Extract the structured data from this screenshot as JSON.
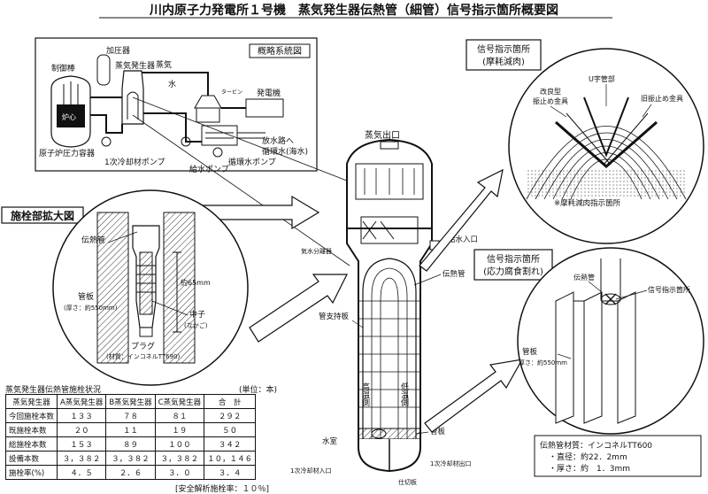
{
  "title": "川内原子力発電所１号機　蒸気発生器伝熱管（細管）信号指示箇所概要図",
  "system_box": {
    "heading": "概略系統図",
    "labels": {
      "pressurizer": "加圧器",
      "control_rod": "制御棒",
      "steam_generator": "蒸気発生器",
      "steam": "蒸気",
      "water": "水",
      "turbine": "タービン",
      "generator": "発電機",
      "core": "炉心",
      "reactor_vessel": "原子炉圧力容器",
      "primary_pump": "1次冷却材ポンプ",
      "discharge": "放水路へ",
      "circulating_water": "循環水(海水)",
      "circ_pump": "循環水ポンプ",
      "feed_pump": "給水ポンプ"
    }
  },
  "plug_box": {
    "heading": "施栓部拡大図",
    "tube": "伝熱管",
    "dim": "約65mm",
    "tubesheet": "管板",
    "tubesheet_thickness": "(厚さ：約550mm)",
    "core_piece": "中子",
    "core_piece_kana": "(なかご)",
    "plug": "プラグ",
    "plug_material": "(材質：インコネルTT690)"
  },
  "sg": {
    "steam_outlet": "蒸気出口",
    "separator": "気水分離器",
    "feedwater_inlet": "給水入口",
    "heat_tube": "伝熱管",
    "support_plate": "管支持板",
    "tubesheet": "管板",
    "water_chamber": "水室",
    "primary_outlet": "1次冷却材出口",
    "primary_inlet": "1次冷却材入口",
    "divider": "仕切板",
    "hot_side": "高温側",
    "cold_side": "低温側"
  },
  "wear_box": {
    "heading": "信号指示箇所",
    "sub": "(摩耗減肉)",
    "u_bend": "U字管部",
    "new_bar_1": "改良型",
    "new_bar_2": "振止め金具",
    "old_bar": "旧振止め金具",
    "note": "※摩耗減肉指示箇所"
  },
  "scc_box": {
    "heading": "信号指示箇所",
    "sub": "(応力腐食割れ)",
    "tube": "伝熱管",
    "marker": "信号指示箇所",
    "tubesheet": "管板",
    "thickness": "厚さ：約550mm"
  },
  "material_box": {
    "line1": "伝熱管材質：インコネルTT600",
    "line2": "・直径：約22．2mm",
    "line3": "・厚さ：約　1．3mm"
  },
  "plug_table": {
    "caption": "蒸気発生器伝熱管施栓状況",
    "unit": "(単位：本)",
    "headers": [
      "蒸気発生器",
      "A蒸気発生器",
      "B蒸気発生器",
      "C蒸気発生器",
      "合　計"
    ],
    "rows": [
      [
        "今回施栓本数",
        "１３３",
        "７８",
        "８１",
        "２９２"
      ],
      [
        "既施栓本数",
        "２０",
        "１１",
        "１９",
        "５０"
      ],
      [
        "総施栓本数",
        "１５３",
        "８９",
        "１００",
        "３４２"
      ],
      [
        "設備本数",
        "３，３８２",
        "３，３８２",
        "３，３８２",
        "１０，１４６"
      ],
      [
        "施栓率(%)",
        "４．５",
        "２．６",
        "３．０",
        "３．４"
      ]
    ],
    "footnote": "[安全解析施栓率：１０％]"
  }
}
